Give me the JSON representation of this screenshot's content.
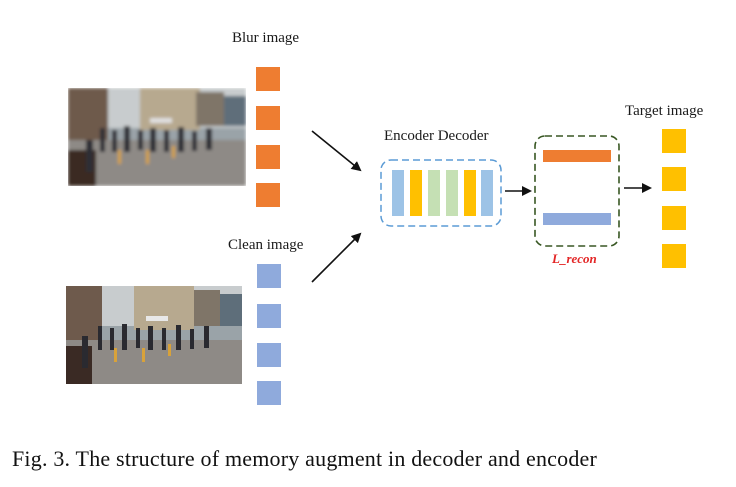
{
  "labels": {
    "blur_image": "Blur image",
    "clean_image": "Clean image",
    "encoder_decoder": "Encoder Decoder",
    "target_image": "Target image",
    "loss": "L_recon"
  },
  "caption": "Fig. 3.  The structure of memory augment in decoder and encoder",
  "colors": {
    "blur_token": "#ee7d31",
    "clean_token": "#8faadc",
    "target_token": "#ffc000",
    "encoder_blue": "#9dc3e6",
    "encoder_orange": "#ffc000",
    "encoder_green": "#c5e0b4",
    "encoder_frame": "#5b9bd5",
    "loss_frame": "#385723"
  },
  "icons": {
    "blur_photo": "blurry-street-scene-photo",
    "clean_photo": "clean-street-scene-photo"
  }
}
